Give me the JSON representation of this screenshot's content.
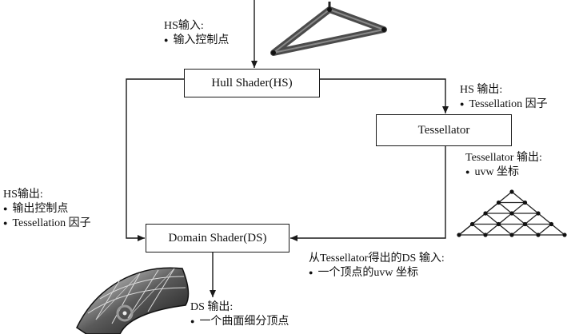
{
  "boxes": {
    "hull_shader": "Hull Shader(HS)",
    "tessellator": "Tessellator",
    "domain_shader": "Domain Shader(DS)"
  },
  "notes": {
    "hs_input": {
      "title": "HS输入:",
      "items": [
        "输入控制点"
      ]
    },
    "hs_output_right": {
      "title": "HS 输出:",
      "items": [
        "Tessellation 因子"
      ]
    },
    "tessellator_output": {
      "title": "Tessellator 输出:",
      "items": [
        "uvw 坐标"
      ]
    },
    "hs_output_left": {
      "title": "HS输出:",
      "items": [
        "输出控制点",
        "Tessellation 因子"
      ]
    },
    "ds_input": {
      "title": "从Tessellator得出的DS 输入:",
      "items": [
        "一个顶点的uvw 坐标"
      ]
    },
    "ds_output": {
      "title": "DS 输出:",
      "items": [
        "一个曲面细分顶点"
      ]
    }
  }
}
